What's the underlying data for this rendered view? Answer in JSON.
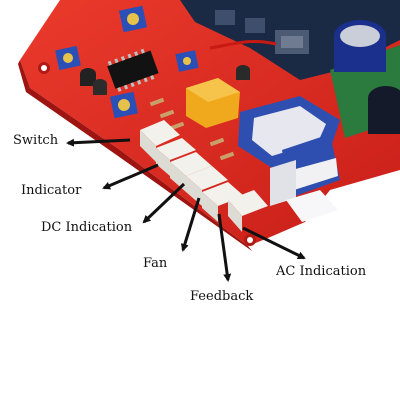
{
  "labels": {
    "switch": "Switch",
    "indicator": "Indicator",
    "dc_indication": "DC Indication",
    "fan": "Fan",
    "feedback": "Feedback",
    "ac_indication": "AC Indication"
  },
  "colors": {
    "board": "#e12a22",
    "connector": "#f2f1ec",
    "transformer_bobbin": "#2f4fb0",
    "relay": "#f0a91c",
    "potentiometer": "#2a4fb6",
    "capacitor": "#1b2f8c",
    "arrow": "#111111"
  }
}
